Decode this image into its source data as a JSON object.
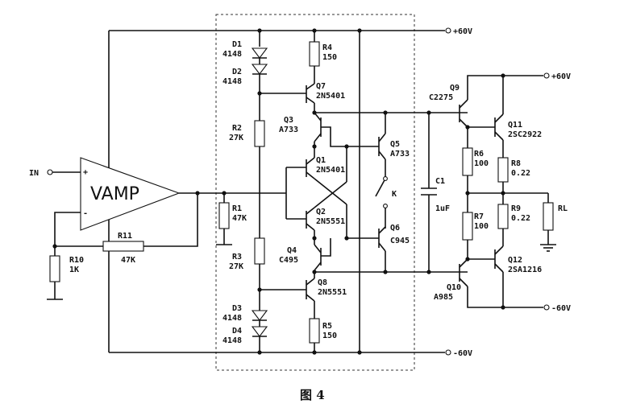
{
  "labels": {
    "in": "IN",
    "vamp": "VAMP",
    "r10": "R10",
    "r10_val": "1K",
    "r11": "R11",
    "r11_val": "47K",
    "r1": "R1",
    "r1_val": "47K",
    "r2": "R2",
    "r2_val": "27K",
    "r3": "R3",
    "r3_val": "27K",
    "r4": "R4",
    "r4_val": "150",
    "r5": "R5",
    "r5_val": "150",
    "d1": "D1",
    "d1_val": "4148",
    "d2": "D2",
    "d2_val": "4148",
    "d3": "D3",
    "d3_val": "4148",
    "d4": "D4",
    "d4_val": "4148",
    "q1": "Q1",
    "q1_val": "2N5401",
    "q2": "Q2",
    "q2_val": "2N5551",
    "q3": "Q3",
    "q3_val": "A733",
    "q4": "Q4",
    "q4_val": "C495",
    "q5": "Q5",
    "q5_val": "A733",
    "q6": "Q6",
    "q6_val": "C945",
    "q7": "Q7",
    "q7_val": "2N5401",
    "q8": "Q8",
    "q8_val": "2N5551",
    "q9": "Q9",
    "q9_val": "C2275",
    "q10": "Q10",
    "q10_val": "A985",
    "q11": "Q11",
    "q11_val": "2SC2922",
    "q12": "Q12",
    "q12_val": "2SA1216",
    "r6": "R6",
    "r6_val": "100",
    "r7": "R7",
    "r7_val": "100",
    "r8": "R8",
    "r8_val": "0.22",
    "r9": "R9",
    "r9_val": "0.22",
    "c1": "C1",
    "c1_val": "1uF",
    "rl": "RL",
    "k": "K",
    "v_pos_top": "+60V",
    "v_neg_bot": "-60V",
    "v_pos_out": "+60V",
    "v_neg_out": "-60V",
    "caption": "图 4"
  }
}
